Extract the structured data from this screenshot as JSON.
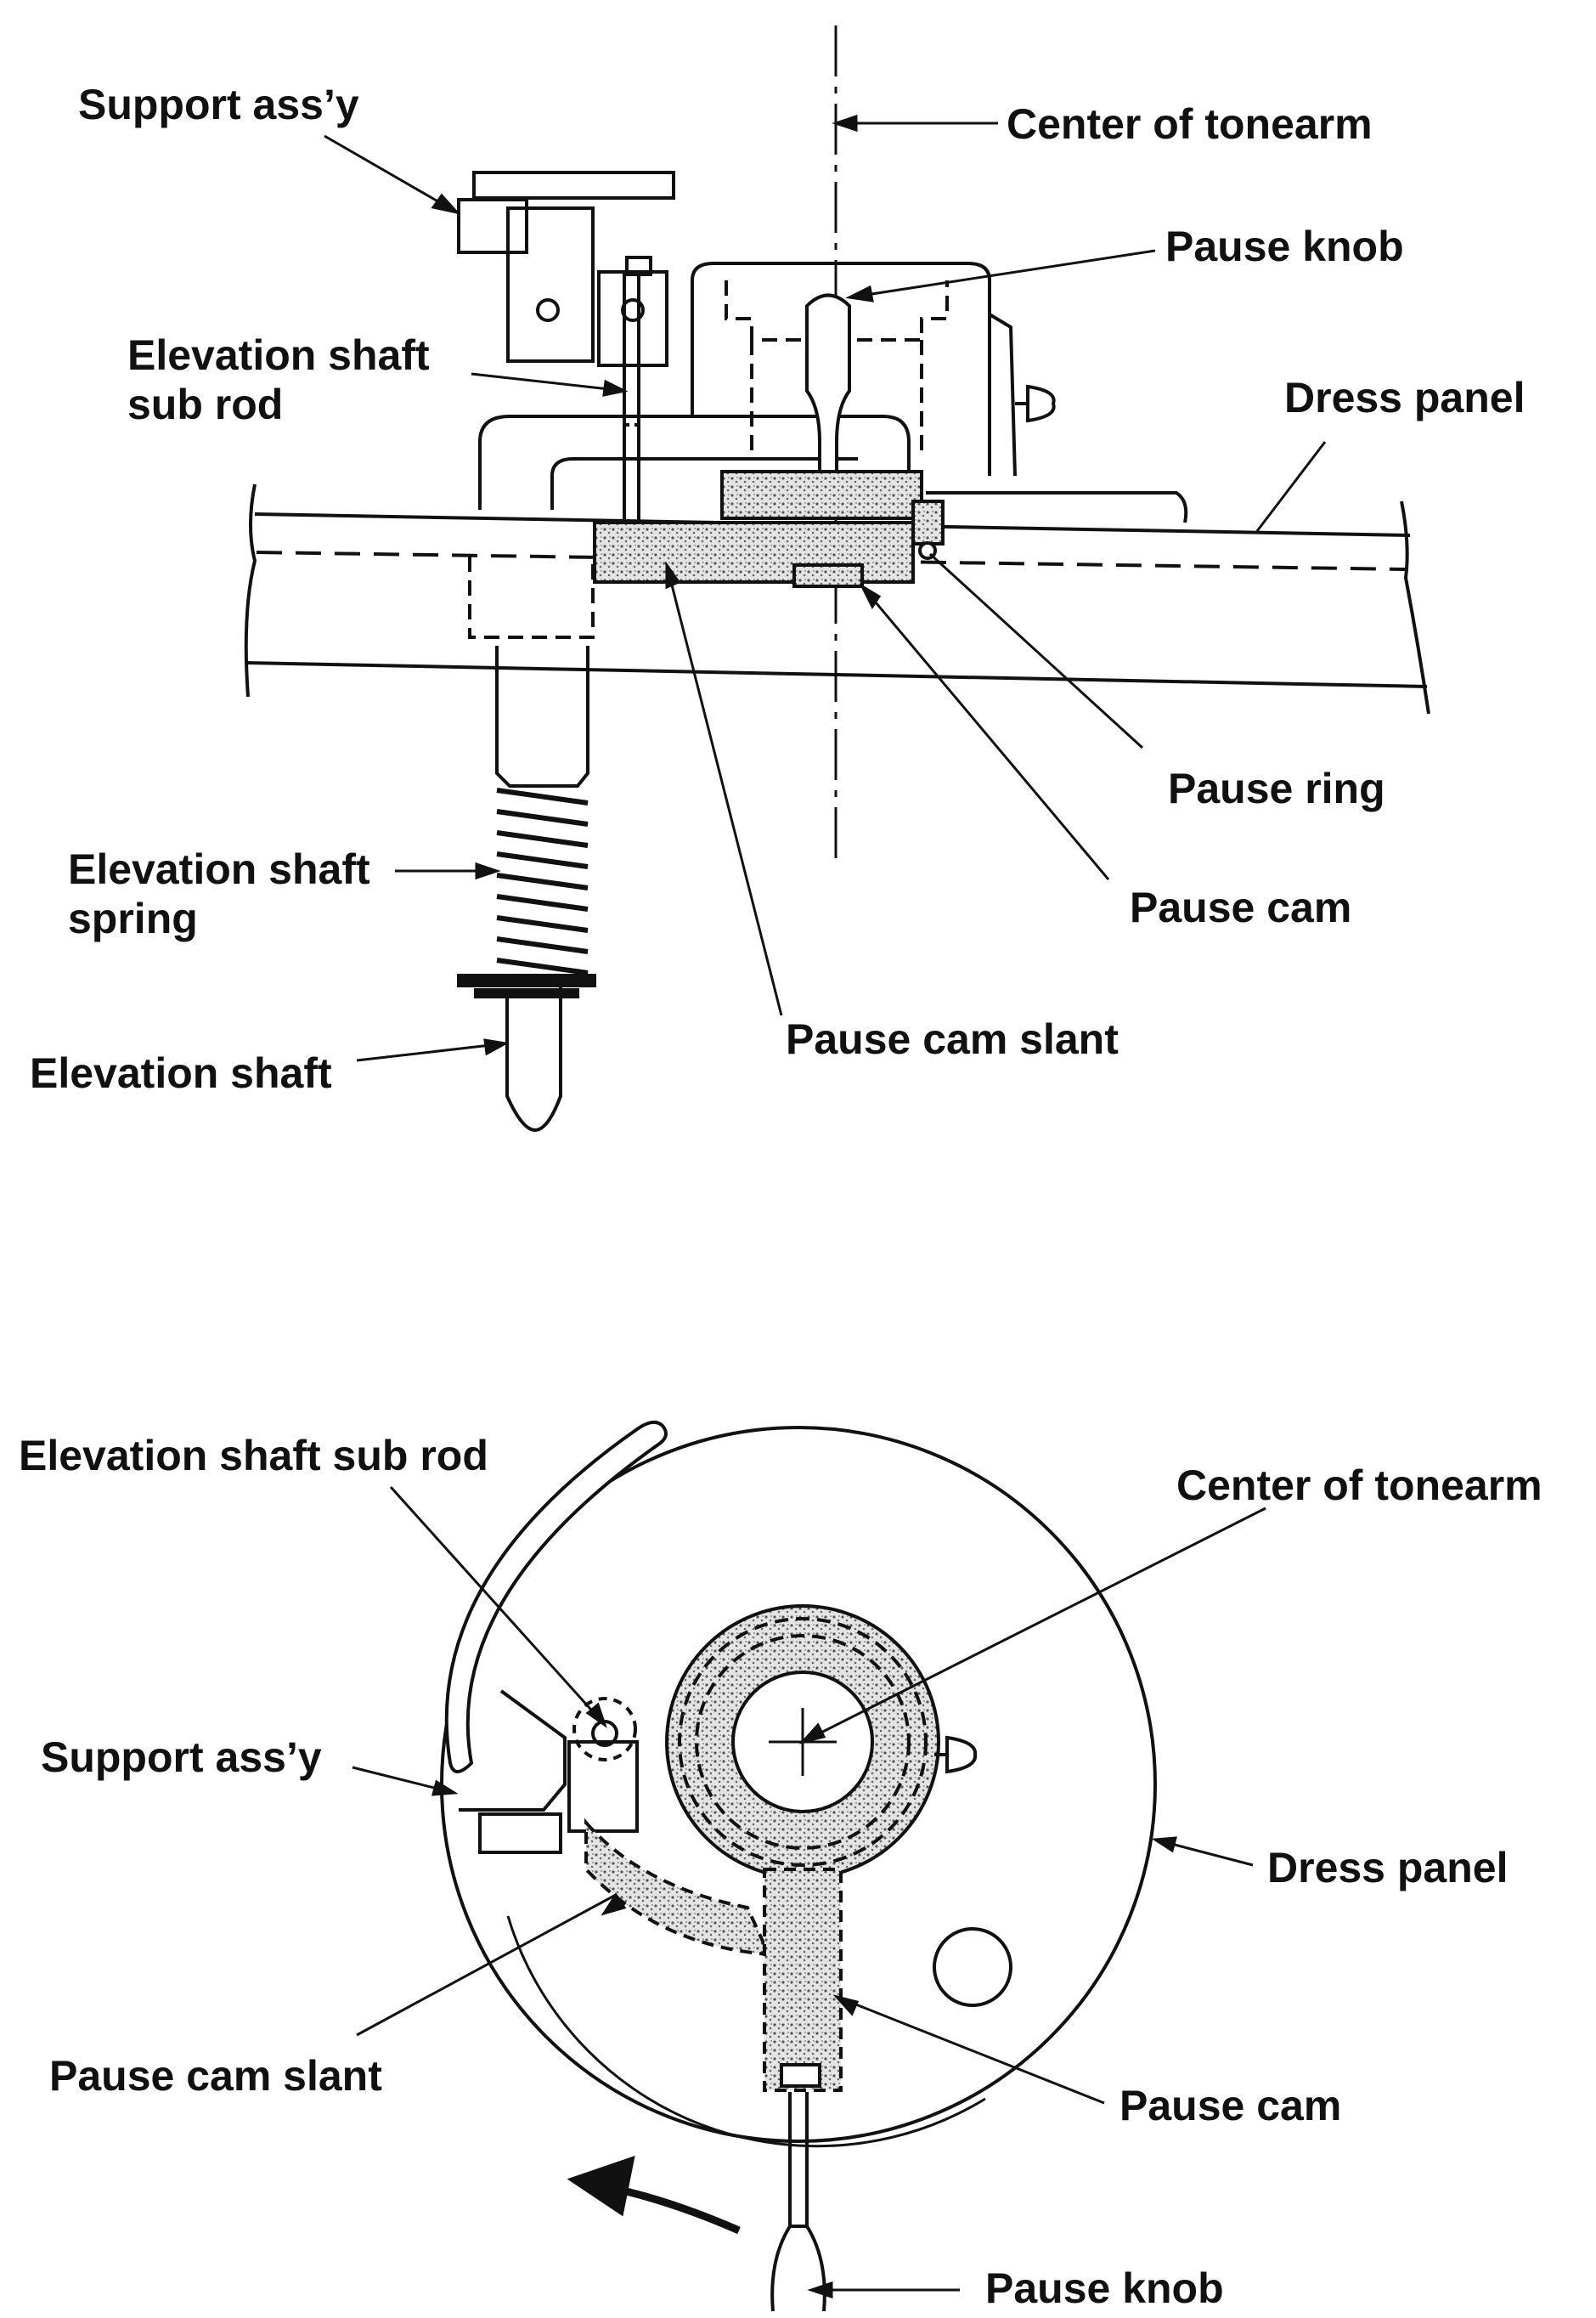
{
  "side_view": {
    "support_assy": "Support ass’y",
    "center_of_tonearm": "Center of tonearm",
    "pause_knob": "Pause knob",
    "elevation_shaft_sub_rod_line1": "Elevation shaft",
    "elevation_shaft_sub_rod_line2": "sub rod",
    "dress_panel": "Dress panel",
    "pause_ring": "Pause ring",
    "elevation_shaft_spring_line1": "Elevation shaft",
    "elevation_shaft_spring_line2": "spring",
    "pause_cam": "Pause cam",
    "pause_cam_slant": "Pause cam slant",
    "elevation_shaft": "Elevation shaft"
  },
  "top_view": {
    "elevation_shaft_sub_rod": "Elevation shaft sub rod",
    "center_of_tonearm": "Center of tonearm",
    "support_assy": "Support ass’y",
    "dress_panel": "Dress panel",
    "pause_cam_slant": "Pause cam slant",
    "pause_cam": "Pause cam",
    "pause_knob": "Pause knob"
  },
  "colors": {
    "ink": "#111111",
    "stipple": "#9a9a9a",
    "paper": "#ffffff"
  }
}
